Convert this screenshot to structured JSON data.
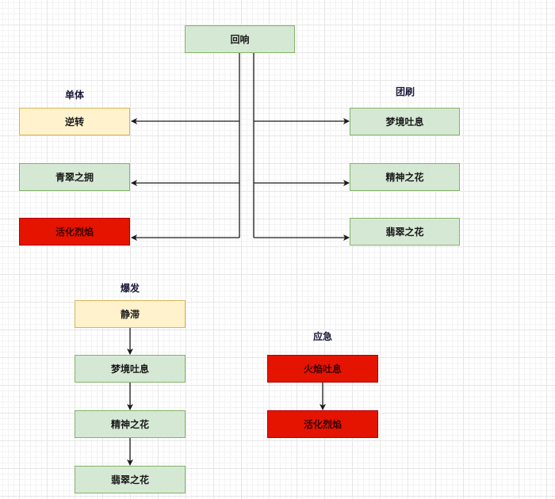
{
  "root": {
    "label": "回响",
    "color": "green"
  },
  "groups": {
    "single": {
      "title": "单体",
      "nodes": [
        {
          "label": "逆转",
          "color": "yellow"
        },
        {
          "label": "青翠之拥",
          "color": "green"
        },
        {
          "label": "活化烈焰",
          "color": "red"
        }
      ]
    },
    "aoe": {
      "title": "团刷",
      "nodes": [
        {
          "label": "梦境吐息",
          "color": "green"
        },
        {
          "label": "精神之花",
          "color": "green"
        },
        {
          "label": "翡翠之花",
          "color": "green"
        }
      ]
    },
    "burst": {
      "title": "爆发",
      "nodes": [
        {
          "label": "静滞",
          "color": "yellow"
        },
        {
          "label": "梦境吐息",
          "color": "green"
        },
        {
          "label": "精神之花",
          "color": "green"
        },
        {
          "label": "翡翠之花",
          "color": "green"
        }
      ]
    },
    "emergency": {
      "title": "应急",
      "nodes": [
        {
          "label": "火焰吐息",
          "color": "red"
        },
        {
          "label": "活化烈焰",
          "color": "red"
        }
      ]
    }
  },
  "colors": {
    "green_fill": "#d5e8d4",
    "yellow_fill": "#fff2cc",
    "red_fill": "#e51400",
    "edge": "#1a1a1a"
  }
}
